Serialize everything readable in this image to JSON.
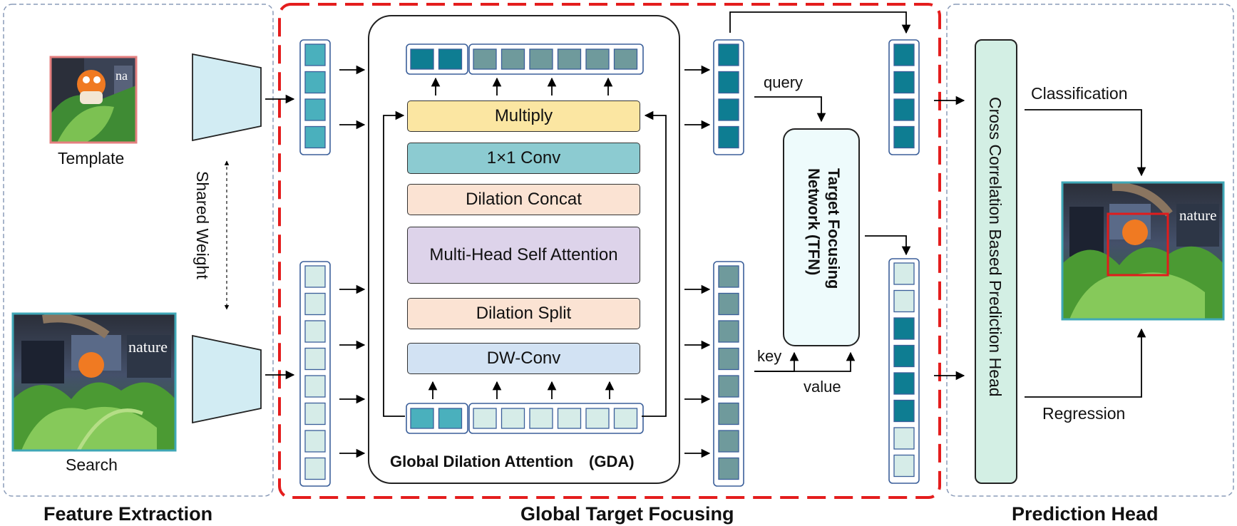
{
  "sections": {
    "feature_extraction": "Feature Extraction",
    "global_target_focusing": "Global Target Focusing",
    "prediction_head": "Prediction Head"
  },
  "left": {
    "template_label": "Template",
    "search_label": "Search",
    "shared_weight_label": "Shared Weight",
    "template_photo_text": "na",
    "search_photo_text": "nature"
  },
  "gda": {
    "title": "Global Dilation Attention　(GDA)",
    "layers": {
      "multiply": "Multiply",
      "conv1x1": "1×1 Conv",
      "dilation_concat": "Dilation Concat",
      "mhsa": "Multi-Head Self Attention",
      "dilation_split": "Dilation Split",
      "dw_conv": "DW-Conv"
    }
  },
  "tfn": {
    "label_line1": "Target Focusing",
    "label_line2": "Network (TFN)",
    "query_label": "query",
    "key_label": "key",
    "value_label": "value"
  },
  "head": {
    "prediction_head_label": "Cross Correlation Based Prediction Head",
    "classification_label": "Classification",
    "regression_label": "Regression",
    "result_photo_text": "nature"
  },
  "colors": {
    "red_dashed": "#e41d1d",
    "gray_dashed": "#8a9bb8",
    "token_dark": "#0e7d92",
    "token_mid": "#4ab0bd",
    "token_gray": "#6f9a9c",
    "token_light": "#d6ece8",
    "token_border": "#3b5f9a",
    "encoder_fill": "#d2ecf3",
    "multiply_fill": "#fbe6a2",
    "conv_fill": "#8ccbd1",
    "dilation_fill": "#fbe3d3",
    "mhsa_fill": "#ddd3ea",
    "dwconv_fill": "#d2e2f3",
    "tfn_fill": "#eefbfc",
    "head_fill": "#d3efe4",
    "template_border": "#e47f7f",
    "search_border": "#3fa7b6"
  }
}
